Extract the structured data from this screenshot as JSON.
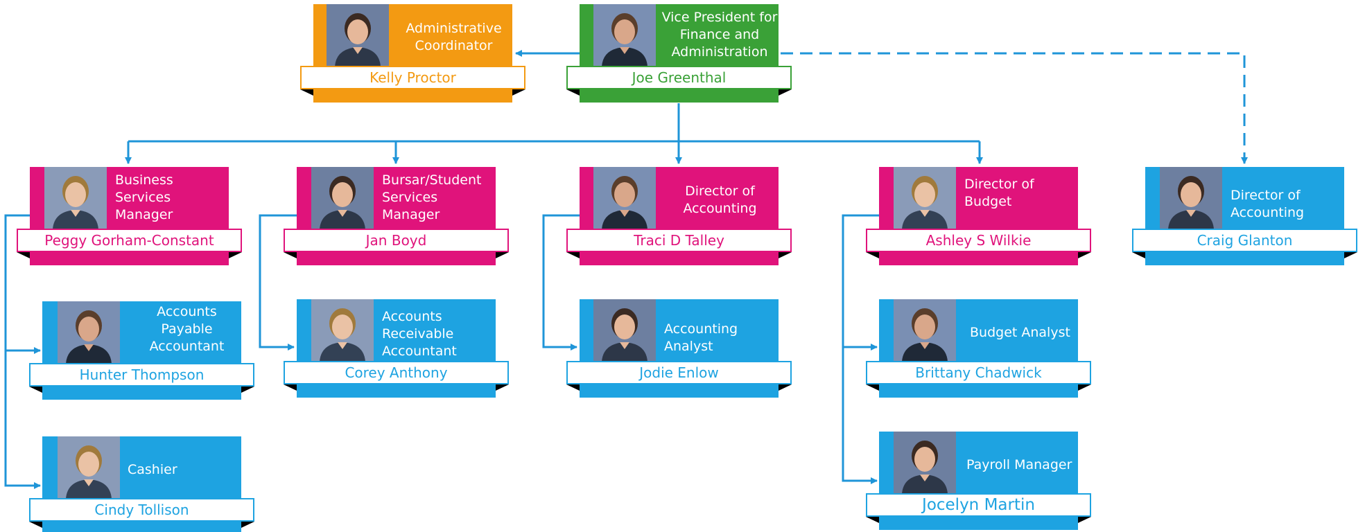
{
  "colors": {
    "orange": "#f39a12",
    "green": "#3aa137",
    "pink": "#e0137b",
    "blue": "#1ea3e1"
  },
  "people": {
    "kelly": {
      "name": "Kelly Proctor",
      "title_lines": [
        "Administrative",
        "Coordinator"
      ]
    },
    "joe": {
      "name": "Joe Greenthal",
      "title_lines": [
        "Vice President for",
        "Finance and",
        "Administration"
      ]
    },
    "peggy": {
      "name": "Peggy Gorham-Constant",
      "title_lines": [
        "Business",
        "Services",
        "Manager"
      ]
    },
    "jan": {
      "name": "Jan Boyd",
      "title_lines": [
        "Bursar/Student",
        "Services",
        "Manager"
      ]
    },
    "traci": {
      "name": "Traci D Talley",
      "title_lines": [
        "Director of",
        "Accounting"
      ]
    },
    "ashley": {
      "name": "Ashley S Wilkie",
      "title_lines": [
        "Director of",
        "Budget"
      ]
    },
    "craig": {
      "name": "Craig Glanton",
      "title_lines": [
        "Director of",
        "Accounting"
      ]
    },
    "hunter": {
      "name": "Hunter Thompson",
      "title_lines": [
        "Accounts",
        "Payable",
        "Accountant"
      ]
    },
    "corey": {
      "name": "Corey Anthony",
      "title_lines": [
        "Accounts",
        "Receivable",
        "Accountant"
      ]
    },
    "jodie": {
      "name": "Jodie Enlow",
      "title_lines": [
        "Accounting",
        "Analyst"
      ]
    },
    "brittany": {
      "name": "Brittany Chadwick",
      "title_lines": [
        "Budget Analyst"
      ]
    },
    "cindy": {
      "name": "Cindy Tollison",
      "title_lines": [
        "Cashier"
      ]
    },
    "jocelyn": {
      "name": "Jocelyn Martin",
      "title_lines": [
        "Payroll Manager"
      ]
    }
  }
}
